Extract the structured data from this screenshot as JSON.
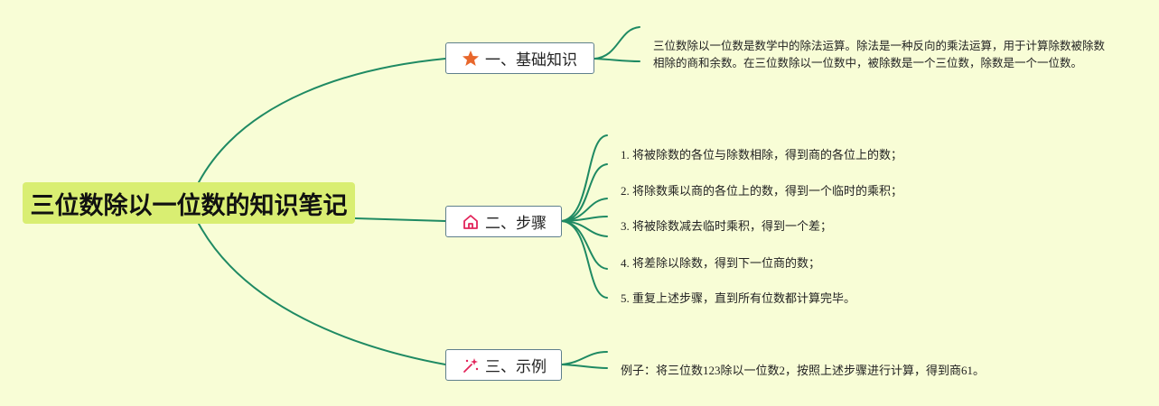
{
  "title": "三位数除以一位数的知识笔记",
  "branches": [
    {
      "label": "一、基础知识",
      "icon": "star-icon",
      "icon_color": "#e8672c",
      "items": [
        "三位数除以一位数是数学中的除法运算。除法是一种反向的乘法运算，用于计算除数被除数相除的商和余数。在三位数除以一位数中，被除数是一个三位数，除数是一个一位数。"
      ]
    },
    {
      "label": "二、步骤",
      "icon": "home-icon",
      "icon_color": "#e2245a",
      "items": [
        "1. 将被除数的各位与除数相除，得到商的各位上的数；",
        "2. 将除数乘以商的各位上的数，得到一个临时的乘积；",
        "3. 将被除数减去临时乘积，得到一个差；",
        "4. 将差除以除数，得到下一位商的数；",
        "5. 重复上述步骤，直到所有位数都计算完毕。"
      ]
    },
    {
      "label": "三、示例",
      "icon": "magic-wand-icon",
      "icon_color": "#e2245a",
      "items": [
        "例子：将三位数123除以一位数2，按照上述步骤进行计算，得到商61。"
      ]
    }
  ],
  "colors": {
    "background": "#f8fdd6",
    "central_fill": "#d9ee72",
    "line": "#1f8a63",
    "branch_border": "#5e7f8c"
  }
}
